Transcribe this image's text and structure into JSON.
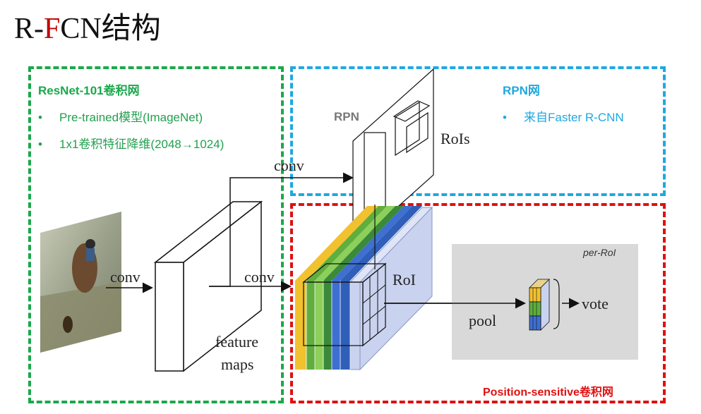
{
  "title": {
    "prefix": "R-",
    "highlight": "F",
    "suffix": "CN结构"
  },
  "left_box": {
    "title": "ResNet-101卷积网",
    "bullets": [
      "Pre-trained模型(ImageNet)",
      "1x1卷积特征降维(2048→1024)"
    ]
  },
  "top_right_box": {
    "title": "RPN网",
    "bullets": [
      "来自Faster R-CNN"
    ]
  },
  "bottom_right_box": {
    "title": "Position-sensitive卷积网"
  },
  "diagram": {
    "conv_1": "conv",
    "conv_2": "conv",
    "conv_3": "conv",
    "feature": "feature",
    "maps": "maps",
    "rpn": "RPN",
    "rois": "RoIs",
    "roi": "RoI",
    "pool": "pool",
    "vote": "vote",
    "per_roi": "per-RoI"
  },
  "bullet_symbol": "•",
  "colors": {
    "green": "#1aa84a",
    "blue": "#1fa8e0",
    "red": "#e01010",
    "yellow": "#f2c12e",
    "lightgreen": "#8ccf5a",
    "darkgreen": "#3a8a3a",
    "navy": "#2f5fb8",
    "lavender": "#c9d2ee"
  }
}
